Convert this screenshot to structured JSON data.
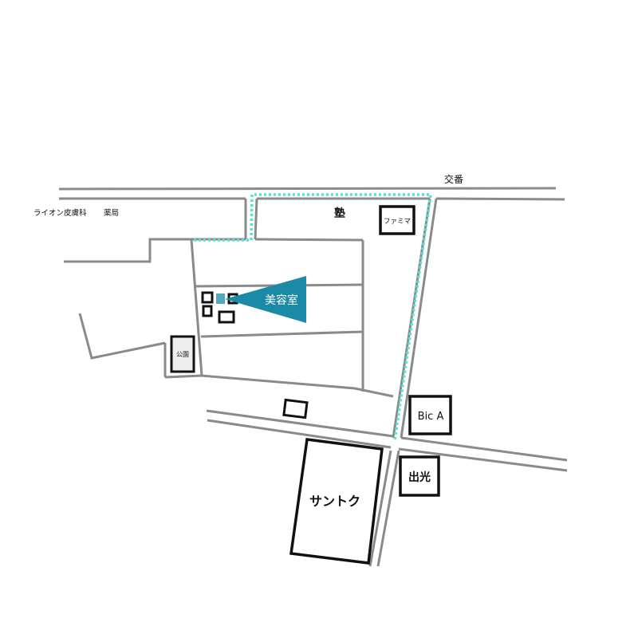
{
  "colors": {
    "road": "#8a8a8a",
    "building": "#111111",
    "route": "#52e3d6",
    "accent": "#1b8aa6",
    "park_fill": "#eeeeee",
    "background": "#ffffff"
  },
  "labels": {
    "koban": "交番",
    "lion_clinic": "ライオン皮膚科",
    "pharmacy": "薬局",
    "juku": "塾",
    "famima": "ファミマ",
    "biyoshitsu": "美容室",
    "koen": "公園",
    "bic_a": "Bic A",
    "idemitsu": "出光",
    "suntoku": "サントク"
  },
  "icons": {
    "destination_marker": "triangle-pointer-icon"
  }
}
